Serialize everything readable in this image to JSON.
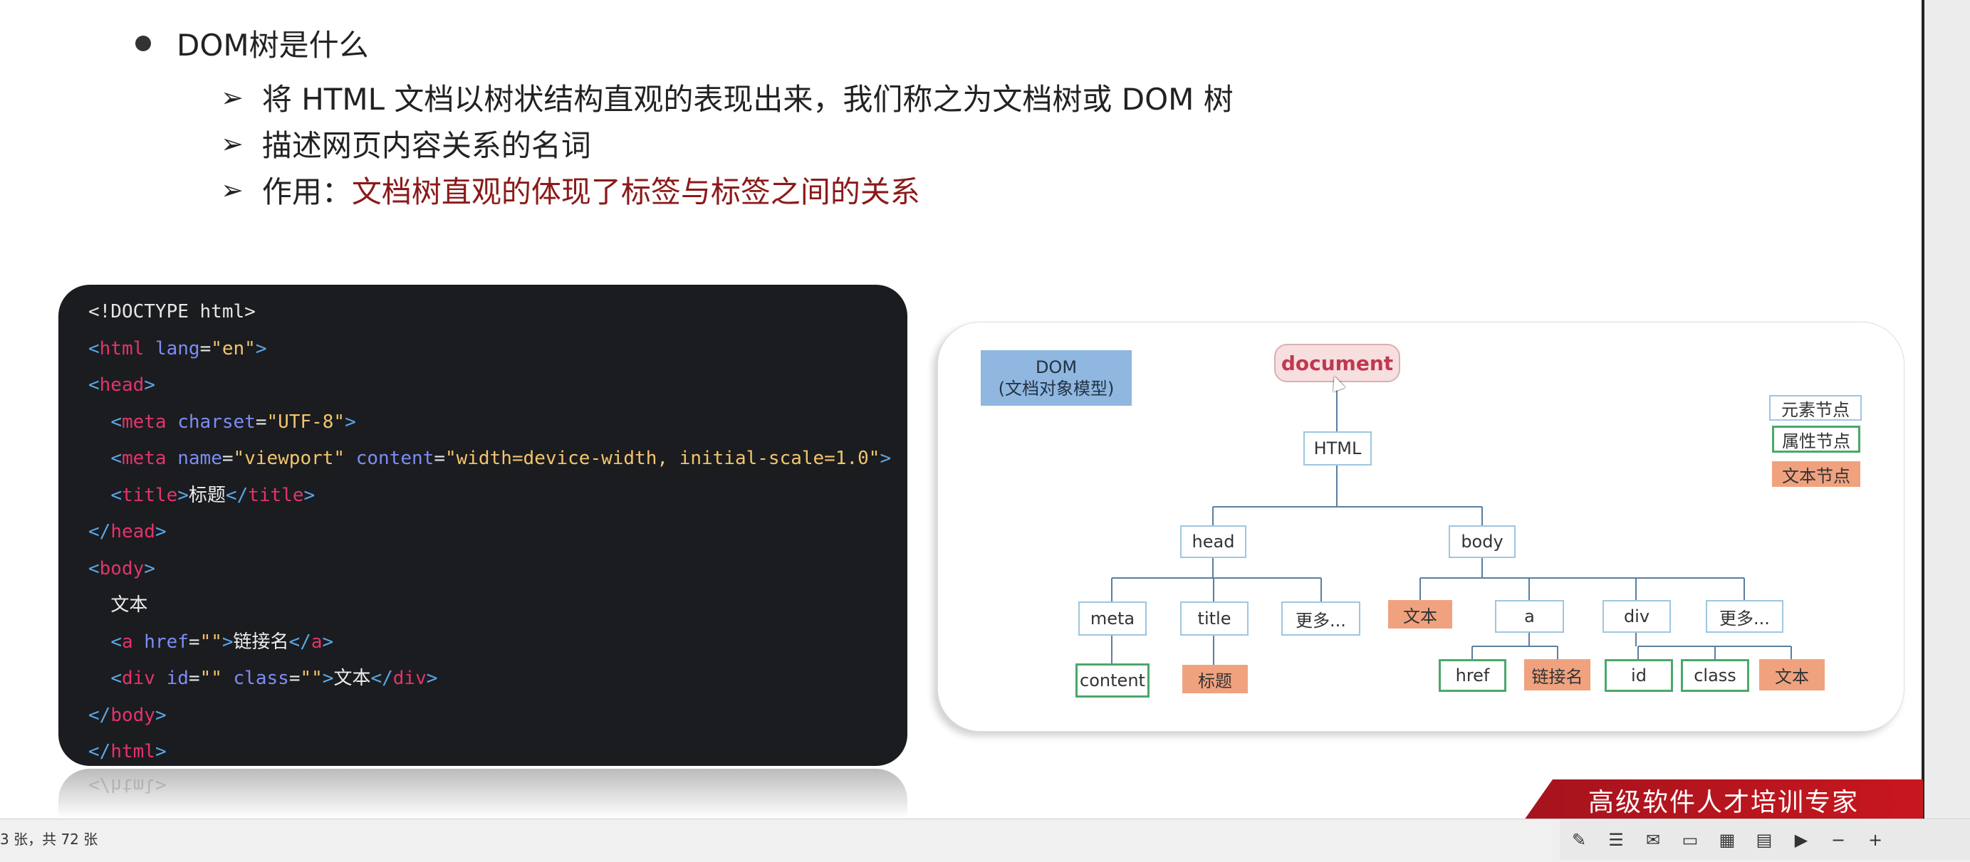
{
  "slide": {
    "heading": "DOM树是什么",
    "bullets": [
      {
        "text": "将 HTML 文档以树状结构直观的表现出来，我们称之为文档树或 DOM 树"
      },
      {
        "text": "描述网页内容关系的名词"
      },
      {
        "prefix": "作用：",
        "highlight": "文档树直观的体现了标签与标签之间的关系"
      }
    ],
    "code": {
      "doctype": "<!DOCTYPE html>",
      "title_text": "标题",
      "body_text": "文本",
      "link_text": "链接名",
      "div_text": "文本",
      "lang_value": "\"en\"",
      "charset_value": "\"UTF-8\"",
      "viewport_value": "\"viewport\"",
      "content_value": "\"width=device-width, initial-scale=1.0\""
    },
    "diagram": {
      "dom_label_1": "DOM",
      "dom_label_2": "(文档对象模型)",
      "root": "document",
      "html": "HTML",
      "head": "head",
      "body": "body",
      "meta": "meta",
      "title": "title",
      "more_head": "更多...",
      "content": "content",
      "title_text": "标题",
      "body_text": "文本",
      "a": "a",
      "div": "div",
      "more_body": "更多...",
      "href": "href",
      "link_name": "链接名",
      "id": "id",
      "class": "class",
      "div_text": "文本",
      "legend": {
        "element": "元素节点",
        "attribute": "属性节点",
        "text": "文本节点"
      }
    },
    "banner": "高级软件人才培训专家"
  },
  "statusbar": {
    "page_info": "3 张，共 72 张"
  },
  "colors": {
    "highlight": "#8b1a1a",
    "text_node": "#f0a27f",
    "attr_node_border": "#4aa86a",
    "element_node_border": "#9fc6df",
    "banner": "#c8161f"
  }
}
